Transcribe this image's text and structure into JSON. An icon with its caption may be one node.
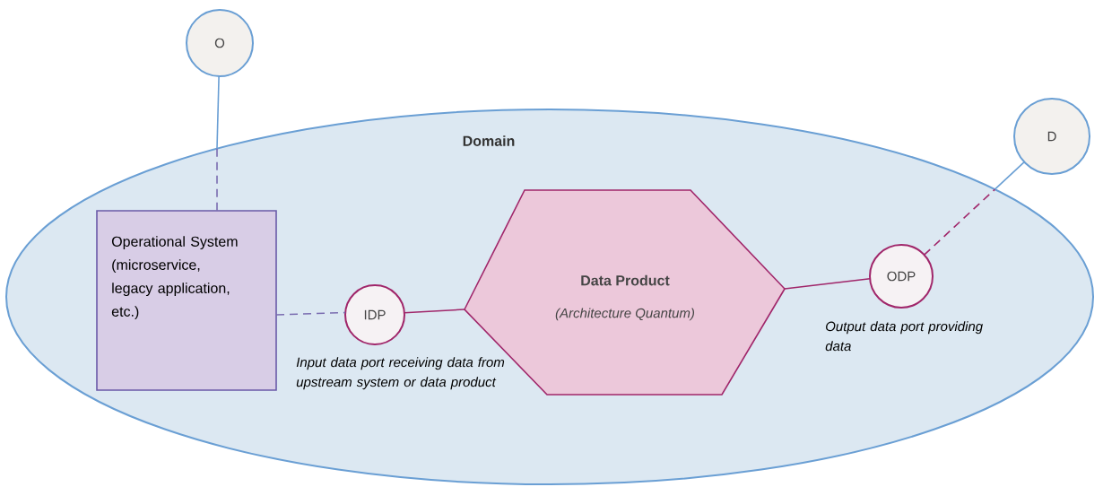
{
  "diagram": {
    "nodes": [
      {
        "text": [
          "Domain"
        ]
      },
      {
        "text": [
          "O"
        ]
      },
      {
        "text": [
          "D"
        ]
      },
      {
        "text": [
          "Operational System (microservice, legacy application, etc.)"
        ],
        "in": 0
      },
      {
        "text": [
          "IDP"
        ],
        "in": 0
      },
      {
        "text": [
          "Data Product",
          "(Architecture Quantum)"
        ],
        "in": 0
      },
      {
        "text": [
          "ODP"
        ],
        "in": 0,
        "beside": [
          "Output data port providing data"
        ]
      }
    ],
    "edges": [
      {
        "from": 1,
        "to": 0,
        "arrow": "none",
        "color": "#6a9fd4"
      },
      {
        "from": 0,
        "to": 3,
        "arrow": "none",
        "style": "dashed",
        "color": "#7a6cb0"
      },
      {
        "from": 3,
        "to": 4,
        "arrow": "none",
        "style": "dashed",
        "color": "#7a6cb0"
      },
      {
        "from": 4,
        "to": 5,
        "arrow": "none"
      },
      {
        "from": 5,
        "to": 6,
        "arrow": "none"
      },
      {
        "from": 6,
        "to": 0,
        "arrow": "none",
        "style": "dashed"
      },
      {
        "from": 0,
        "to": 2,
        "arrow": "none",
        "color": "#6a9fd4"
      }
    ],
    "labels": [
      "Input data port receiving data from upstream system or data product"
    ]
  }
}
